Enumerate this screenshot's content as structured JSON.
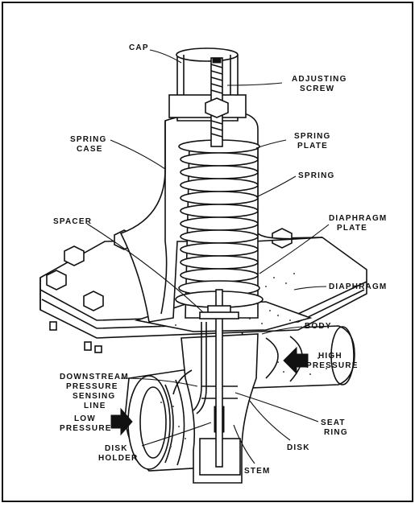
{
  "labels": {
    "cap": "CAP",
    "adjusting_screw": [
      "ADJUSTING",
      "SCREW"
    ],
    "spring_plate": [
      "SPRING",
      "PLATE"
    ],
    "spring_case": [
      "SPRING",
      "CASE"
    ],
    "spring": "SPRING",
    "spacer": "SPACER",
    "diaphragm_plate": [
      "DIAPHRAGM",
      "PLATE"
    ],
    "diaphragm": "DIAPHRAGM",
    "body": "BODY",
    "high_pressure": [
      "HIGH",
      "PRESSURE"
    ],
    "downstream_line": [
      "DOWNSTREAM",
      "PRESSURE",
      "SENSING",
      "LINE"
    ],
    "low_pressure": [
      "LOW",
      "PRESSURE"
    ],
    "seat_ring": [
      "SEAT",
      "RING"
    ],
    "disk": "DISK",
    "disk_holder": [
      "DISK",
      "HOLDER"
    ],
    "stem": "STEM"
  }
}
